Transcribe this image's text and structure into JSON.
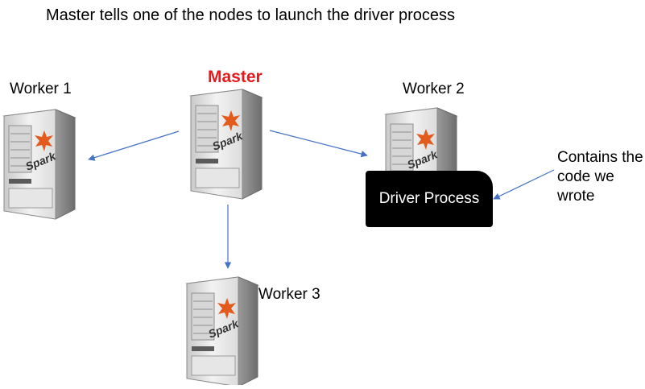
{
  "diagram": {
    "title": "Master tells one of the nodes to launch the driver process",
    "nodes": {
      "master": {
        "label": "Master",
        "logo_text": "Spark"
      },
      "worker1": {
        "label": "Worker 1",
        "logo_text": "Spark"
      },
      "worker2": {
        "label": "Worker 2",
        "logo_text": "Spark"
      },
      "worker3": {
        "label": "Worker 3",
        "logo_text": "Spark"
      }
    },
    "driver_process": {
      "label": "Driver Process"
    },
    "note": {
      "lines": [
        "Contains the",
        "code we",
        "wrote"
      ]
    },
    "colors": {
      "arrow": "#4472c4",
      "master_label": "#e8191d",
      "spark_star": "#e25a1c",
      "driver_box": "#000000"
    }
  }
}
